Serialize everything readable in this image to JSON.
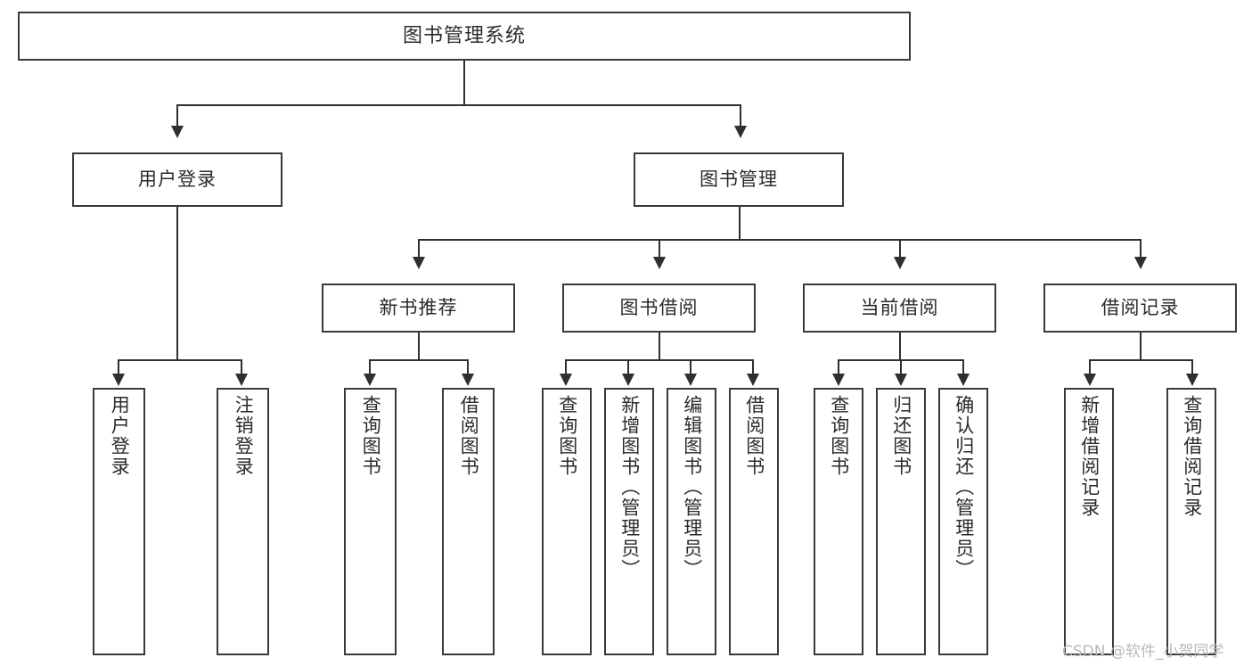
{
  "diagram": {
    "title": "图书管理系统",
    "type": "tree-hierarchy-diagram",
    "root": {
      "label": "图书管理系统"
    },
    "level2": [
      {
        "label": "用户登录"
      },
      {
        "label": "图书管理"
      }
    ],
    "level3": [
      {
        "label": "新书推荐"
      },
      {
        "label": "图书借阅"
      },
      {
        "label": "当前借阅"
      },
      {
        "label": "借阅记录"
      }
    ],
    "leaves": {
      "user_login": [
        {
          "label": "用户登录"
        },
        {
          "label": "注销登录"
        }
      ],
      "new_book_recommend": [
        {
          "label": "查询图书"
        },
        {
          "label": "借阅图书"
        }
      ],
      "book_borrow": [
        {
          "label": "查询图书"
        },
        {
          "label": "新增图书（管理员）"
        },
        {
          "label": "编辑图书（管理员）"
        },
        {
          "label": "借阅图书"
        }
      ],
      "current_borrow": [
        {
          "label": "查询图书"
        },
        {
          "label": "归还图书"
        },
        {
          "label": "确认归还（管理员）"
        }
      ],
      "borrow_record": [
        {
          "label": "新增借阅记录"
        },
        {
          "label": "查询借阅记录"
        }
      ]
    }
  },
  "watermark": {
    "text": "CSDN @软件_小贺同学"
  },
  "colors": {
    "box_border": "#3a3a3a",
    "connector": "#2f2f2f",
    "background": "#ffffff",
    "text": "#2b2b2b",
    "watermark": "#b9b9b9"
  }
}
